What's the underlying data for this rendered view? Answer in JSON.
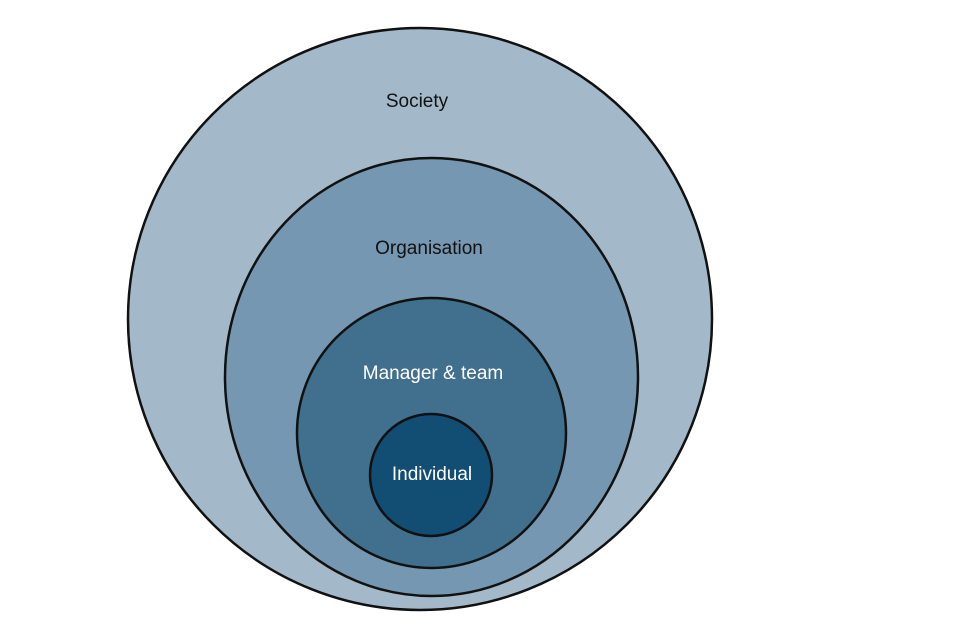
{
  "diagram": {
    "levels": [
      {
        "label": "Society",
        "fill": "#a3b9c9",
        "text_color": "#111111"
      },
      {
        "label": "Organisation",
        "fill": "#7597b1",
        "text_color": "#111111"
      },
      {
        "label": "Manager & team",
        "fill": "#41708f",
        "text_color": "#ffffff"
      },
      {
        "label": "Individual",
        "fill": "#124d74",
        "text_color": "#ffffff"
      }
    ]
  }
}
